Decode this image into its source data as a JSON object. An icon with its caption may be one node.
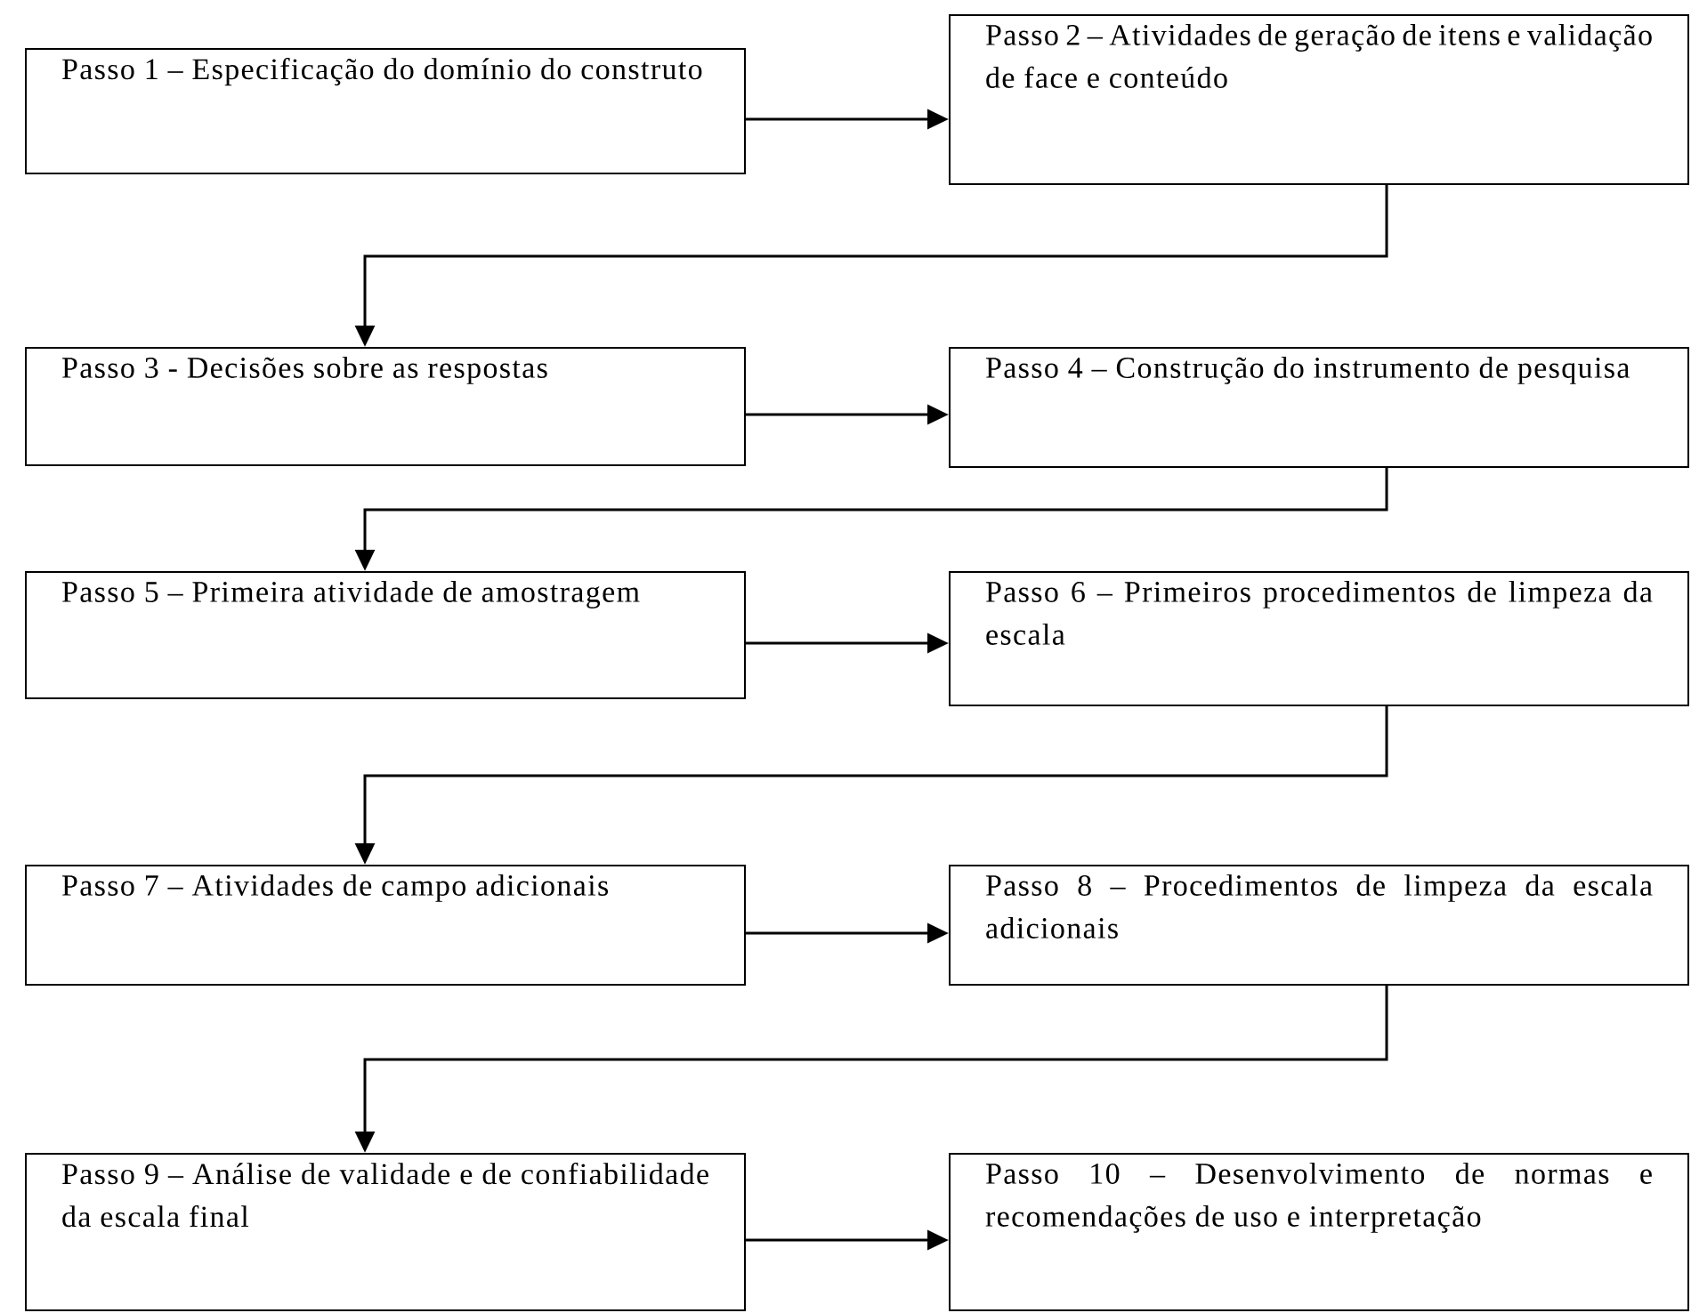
{
  "diagram": {
    "nodes": [
      {
        "text": [
          "Passo 1 – Especificação do domínio do construto"
        ]
      },
      {
        "text": [
          "Passo 2 – Atividades de geração de itens e validação de face e conteúdo"
        ]
      },
      {
        "text": [
          "Passo 3 - Decisões sobre as respostas"
        ]
      },
      {
        "text": [
          "Passo 4 – Construção do instrumento de pesquisa"
        ]
      },
      {
        "text": [
          "Passo 5 – Primeira atividade de amostragem"
        ]
      },
      {
        "text": [
          "Passo 6 – Primeiros procedimentos de limpeza da escala"
        ]
      },
      {
        "text": [
          "Passo 7 – Atividades de campo adicionais"
        ]
      },
      {
        "text": [
          "Passo 8 – Procedimentos de limpeza da escala adicionais"
        ]
      },
      {
        "text": [
          "Passo 9 – Análise de validade e de confiabilidade da escala final"
        ]
      },
      {
        "text": [
          "Passo 10 – Desenvolvimento de normas e recomendações de uso e interpretação"
        ]
      }
    ],
    "edges": [
      {
        "from": 0,
        "to": 1,
        "arrow": "to"
      },
      {
        "from": 1,
        "to": 2,
        "arrow": "to"
      },
      {
        "from": 2,
        "to": 3,
        "arrow": "to"
      },
      {
        "from": 3,
        "to": 4,
        "arrow": "to"
      },
      {
        "from": 4,
        "to": 5,
        "arrow": "to"
      },
      {
        "from": 5,
        "to": 6,
        "arrow": "to"
      },
      {
        "from": 6,
        "to": 7,
        "arrow": "to"
      },
      {
        "from": 7,
        "to": 8,
        "arrow": "to"
      },
      {
        "from": 8,
        "to": 9,
        "arrow": "to"
      }
    ]
  }
}
